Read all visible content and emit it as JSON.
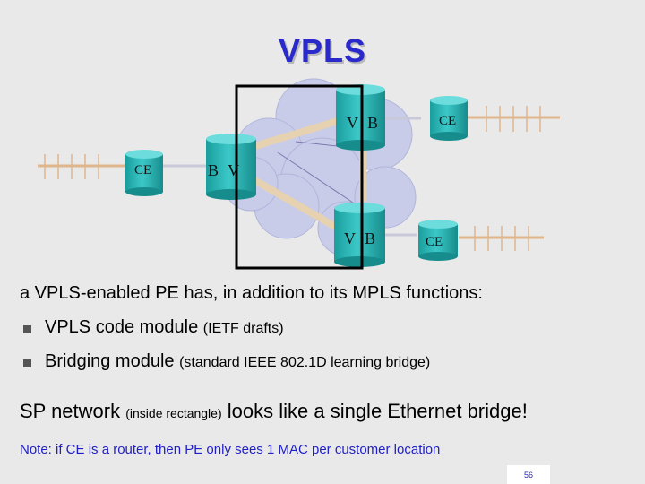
{
  "title": "VPLS",
  "diagram": {
    "ce_labels": [
      "CE",
      "CE",
      "CE"
    ],
    "pe_labels": [
      "V B",
      "B V",
      "V B"
    ],
    "colors": {
      "cylinder": "#25b7b7",
      "cylinder_top": "#6cdcdc",
      "cloud": "#c8cce8",
      "link": "#e6d2b0",
      "ethernet": "#dfb58c",
      "frame": "#000000"
    }
  },
  "intro": "a VPLS-enabled PE has, in addition to its MPLS functions:",
  "bullets": [
    {
      "main": "VPLS code module",
      "detail": "(IETF drafts)"
    },
    {
      "main": "Bridging module",
      "detail": "(standard IEEE 802.1D learning bridge)"
    }
  ],
  "sp_line": {
    "part1": "SP network",
    "part2": "(inside rectangle)",
    "part3": "looks like a single Ethernet bridge!"
  },
  "note": "Note: if CE is a router, then PE only sees 1 MAC per customer location",
  "page_number": "56"
}
